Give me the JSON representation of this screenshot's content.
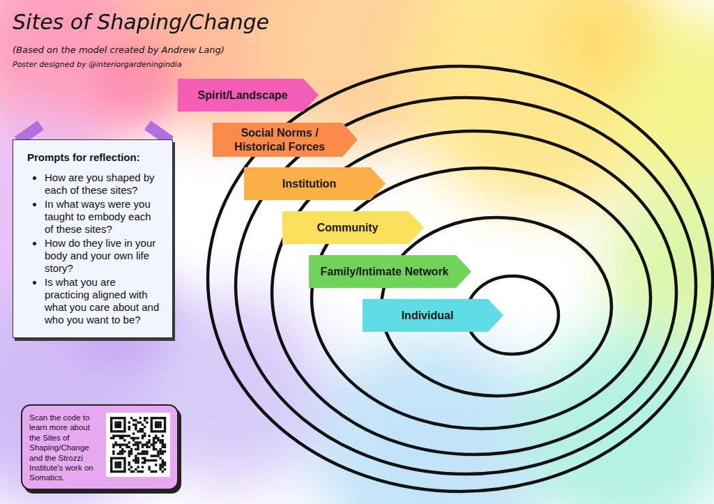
{
  "diagram": {
    "title": "Sites of Shaping/Change",
    "nodes": [
      {
        "text": [
          "Spirit/Landscape"
        ]
      },
      {
        "text": [
          "Social Norms / Historical Forces"
        ]
      },
      {
        "text": [
          "Institution"
        ]
      },
      {
        "text": [
          "Community"
        ]
      },
      {
        "text": [
          "Family/Intimate Network"
        ]
      },
      {
        "text": [
          "Individual"
        ]
      },
      {
        "text": [
          "Prompts for reflection:",
          "How are you shaped by each of these sites?",
          "In what ways were you taught to embody each of these sites?",
          "How do they live in your body and your own life story?",
          "Is what you are practicing aligned with what you care about and who you want to be?"
        ]
      },
      {
        "text": [
          "Scan the code to learn more about the Sites of Shaping/Change and the Strozzi Institute's work on Somatics."
        ]
      }
    ],
    "labels": [
      "(Based on the model created by Andrew Lang)",
      "Poster designed by @interiorgardeningindia"
    ]
  }
}
